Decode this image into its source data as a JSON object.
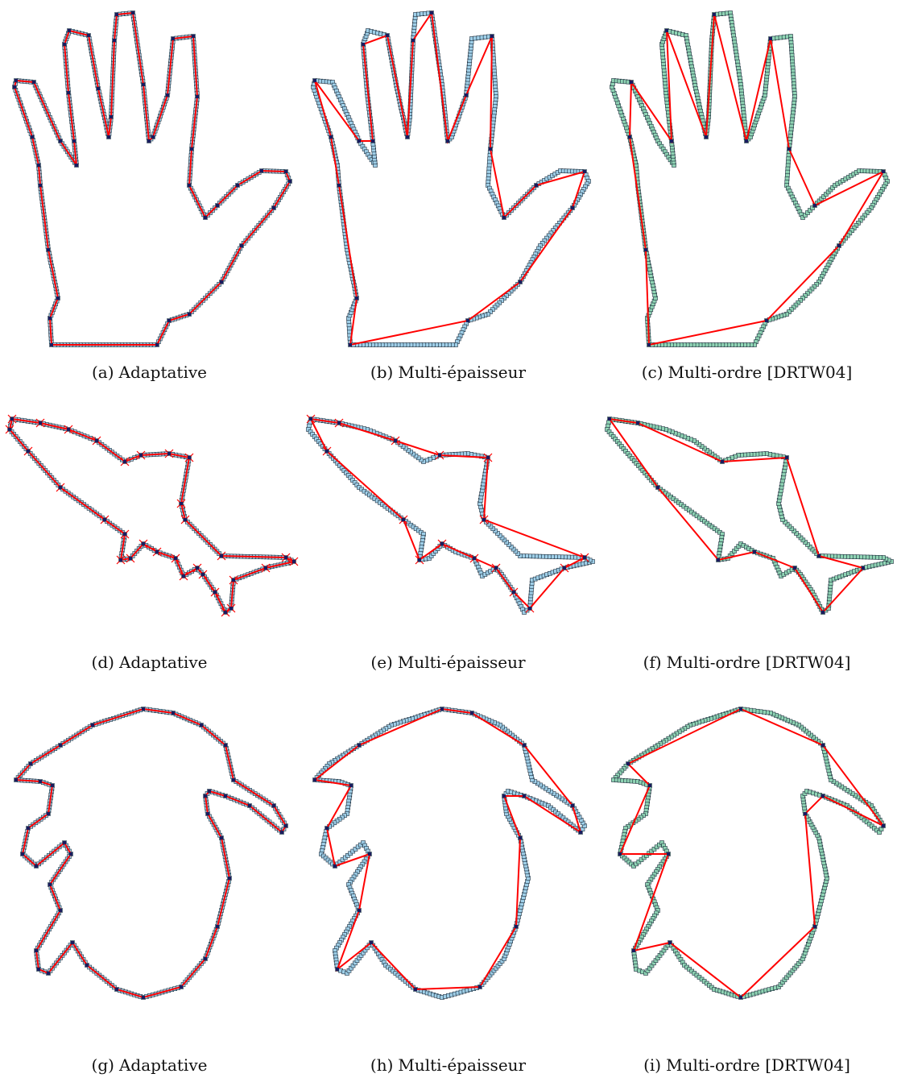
{
  "colors": {
    "pixel_blue": "#9fcfe8",
    "pixel_green": "#8fd4b4",
    "pixel_border": "#1a2a3a",
    "polygon": "#ff0000",
    "vertex": "#1b1b5e"
  },
  "panels": [
    {
      "id": "a",
      "label": "(a)",
      "caption": "Adaptative",
      "shape": "hand",
      "fill": "blue",
      "method": "adaptive"
    },
    {
      "id": "b",
      "label": "(b)",
      "caption": "Multi-épaisseur",
      "shape": "hand",
      "fill": "blue",
      "method": "multithick"
    },
    {
      "id": "c",
      "label": "(c)",
      "caption": "Multi-ordre [DRTW04]",
      "shape": "hand",
      "fill": "green",
      "method": "multiorder"
    },
    {
      "id": "d",
      "label": "(d)",
      "caption": "Adaptative",
      "shape": "plane",
      "fill": "blue",
      "method": "adaptive",
      "markers": "x"
    },
    {
      "id": "e",
      "label": "(e)",
      "caption": "Multi-épaisseur",
      "shape": "plane",
      "fill": "blue",
      "method": "multithick",
      "markers": "x"
    },
    {
      "id": "f",
      "label": "(f)",
      "caption": "Multi-ordre [DRTW04]",
      "shape": "plane",
      "fill": "green",
      "method": "multiorder"
    },
    {
      "id": "g",
      "label": "(g)",
      "caption": "Adaptative",
      "shape": "bird",
      "fill": "blue",
      "method": "adaptive"
    },
    {
      "id": "h",
      "label": "(h)",
      "caption": "Multi-épaisseur",
      "shape": "bird",
      "fill": "blue",
      "method": "multithick"
    },
    {
      "id": "i",
      "label": "(i)",
      "caption": "Multi-ordre [DRTW04]",
      "shape": "bird",
      "fill": "green",
      "method": "multiorder"
    }
  ]
}
